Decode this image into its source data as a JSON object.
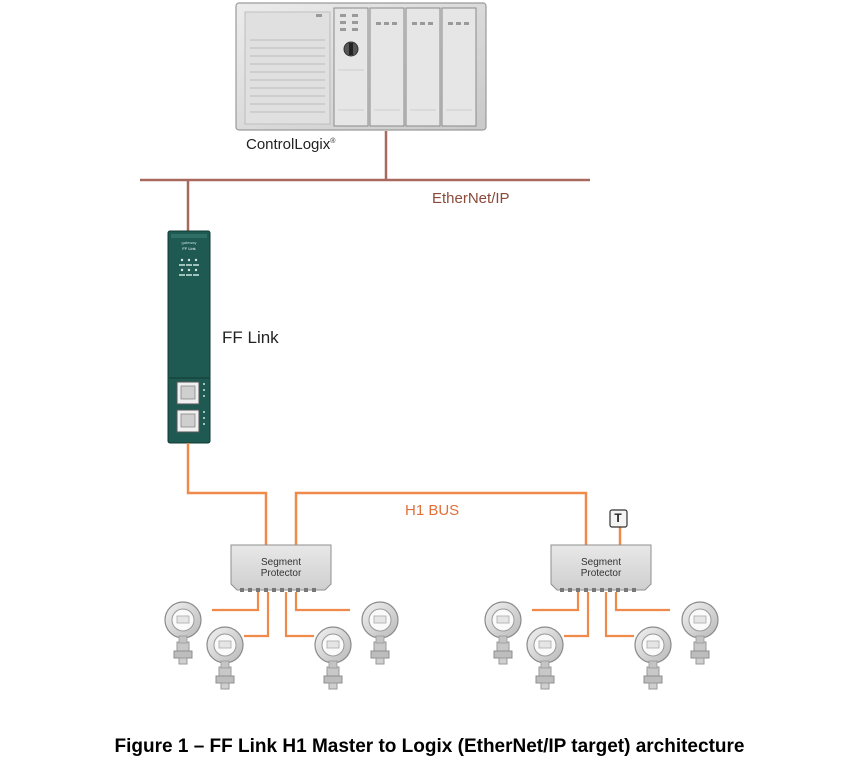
{
  "labels": {
    "controllogix": "ControlLogix",
    "controllogix_mark": "®",
    "ethernet": "EtherNet/IP",
    "fflink": "FF Link",
    "h1bus": "H1 BUS",
    "segment_protector_1": "Segment\nProtector",
    "segment_protector_2": "Segment\nProtector",
    "terminator": "T",
    "fflink_front_brand": "gateway",
    "fflink_front_title": "FF Link"
  },
  "caption": "Figure 1 – FF Link H1 Master to Logix (EtherNet/IP target) architecture",
  "colors": {
    "ethernet_line": "#a86a5e",
    "h1_line": "#f08a4b",
    "module_green": "#1f5a52",
    "plc_gray": "#d6d6d6",
    "protector_gray": "#dadada"
  },
  "icons": [
    "controllogix-chassis-icon",
    "fflink-gateway-icon",
    "segment-protector-icon",
    "pressure-transmitter-icon",
    "terminator-icon"
  ]
}
